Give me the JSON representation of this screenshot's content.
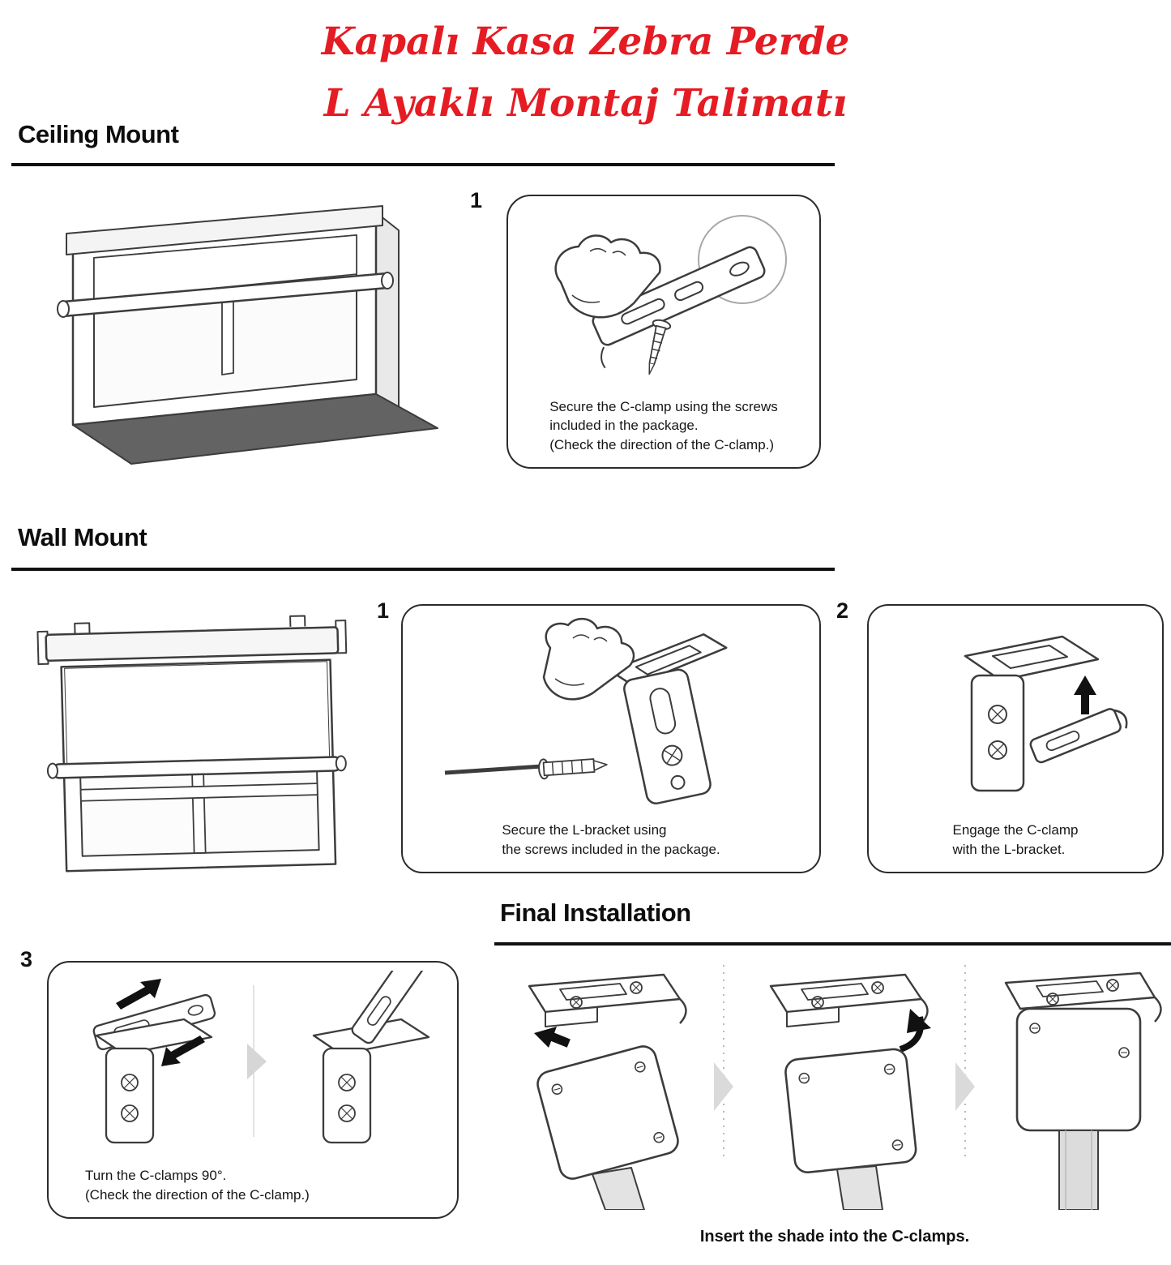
{
  "title": {
    "line1": "Kapalı Kasa Zebra Perde",
    "line2": "L Ayaklı Montaj Talimatı"
  },
  "ceiling": {
    "heading": "Ceiling Mount",
    "step1_number": "1",
    "step1_caption": {
      "line1": "Secure the C-clamp using the screws",
      "line2": "included in the package.",
      "line3": "(Check the direction of the C-clamp.)"
    }
  },
  "wall": {
    "heading": "Wall Mount",
    "step1_number": "1",
    "step1_caption": {
      "line1": "Secure the L-bracket using",
      "line2": "the screws included in the package."
    },
    "step2_number": "2",
    "step2_caption": {
      "line1": "Engage the C-clamp",
      "line2": "with the L-bracket."
    }
  },
  "final": {
    "heading": "Final Installation",
    "step3_number": "3",
    "step3_caption": {
      "line1": "Turn the C-clamps 90°.",
      "line2": "(Check the direction of the C-clamp.)"
    },
    "caption": "Insert the shade into the C-clamps."
  },
  "colors": {
    "title_red": "#e51c23",
    "heading_text": "#0d0d0d",
    "caption_text": "#161616",
    "line_art": "#3c3c3c",
    "divider": "#111111",
    "chevron_gray": "#dadada",
    "shade_strip_gray": "#e3e3e3"
  },
  "illustrations": {
    "ceiling_window": "window-with-ceiling-mounted-shade",
    "ceiling_step1": "hand-securing-c-clamp-with-screw",
    "wall_window": "window-with-wall-mounted-shade",
    "wall_step1": "hand-securing-l-bracket-with-screw",
    "wall_step2": "c-clamp-engaging-l-bracket-with-up-arrow",
    "final_step3": "turning-c-clamps-90-degrees",
    "final_sequence": "inserting-shade-into-c-clamps"
  }
}
